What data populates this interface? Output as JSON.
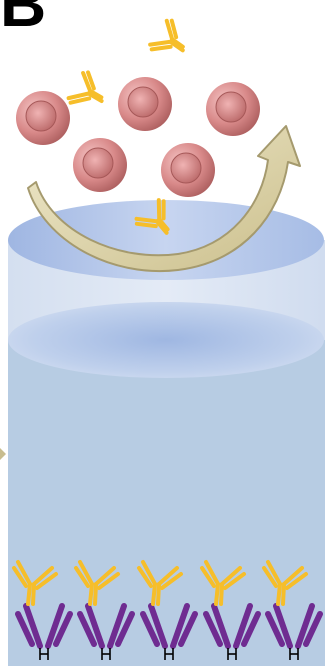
{
  "figure": {
    "panel_label": "B",
    "colors": {
      "background": "#ffffff",
      "label": "#000000",
      "well_upper": "#dbe5f3",
      "well_lower": "#b7cce3",
      "well_top_surface": "#a9bfe6",
      "liquid_surface": "#bccde8",
      "cell_outer": "#d98a8a",
      "cell_nucleus": "#c46e6e",
      "antibody_fab": "#f6be2a",
      "antibody_fc": "#6f2c91",
      "arrow_fill": "#ddd3a8",
      "arrow_edge": "#a59a6e",
      "hinge": "#000000"
    },
    "icons": {
      "cell": "cell-icon",
      "free_antibody": "antibody-icon",
      "bound_antibody_pair": "antibody-pair-icon",
      "recycle_arrow": "curved-arrow-icon",
      "well": "well-cylinder-icon"
    },
    "counts": {
      "cells": 5,
      "free_antibodies": 3,
      "bound_antibody_pairs": 5
    }
  }
}
